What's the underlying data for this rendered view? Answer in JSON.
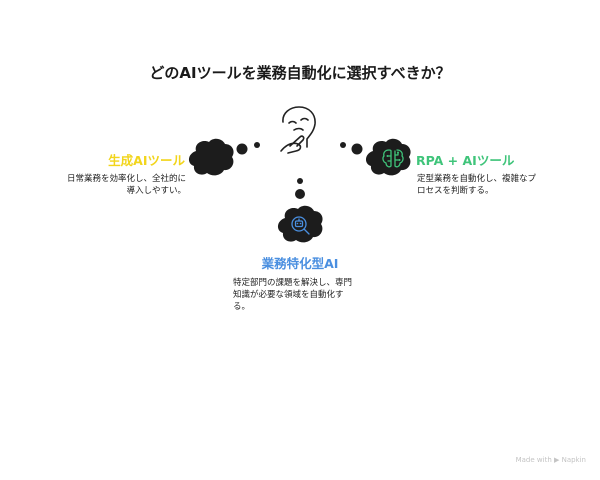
{
  "title": "どのAIツールを業務自動化に選択すべきか？",
  "options": [
    {
      "heading": "生成AIツール",
      "color": "#f2d51c",
      "description": [
        "日常業務を効率化し、全社的に",
        "導入しやすい。"
      ],
      "icon": "blank-cloud-icon"
    },
    {
      "heading": "RPA + AIツール",
      "color": "#3fc47a",
      "description": [
        "定型業務を自動化し、複雑なプ",
        "ロセスを判断する。"
      ],
      "icon": "brain-circuit-icon"
    },
    {
      "heading": "業務特化型AI",
      "color": "#4a8fe0",
      "description": [
        "特定部門の課題を解決し、専門",
        "知識が必要な領域を自動化す",
        "る。"
      ],
      "icon": "robot-search-icon"
    }
  ],
  "center_icon": "thinking-person-icon",
  "watermark": "Made with ▶ Napkin"
}
